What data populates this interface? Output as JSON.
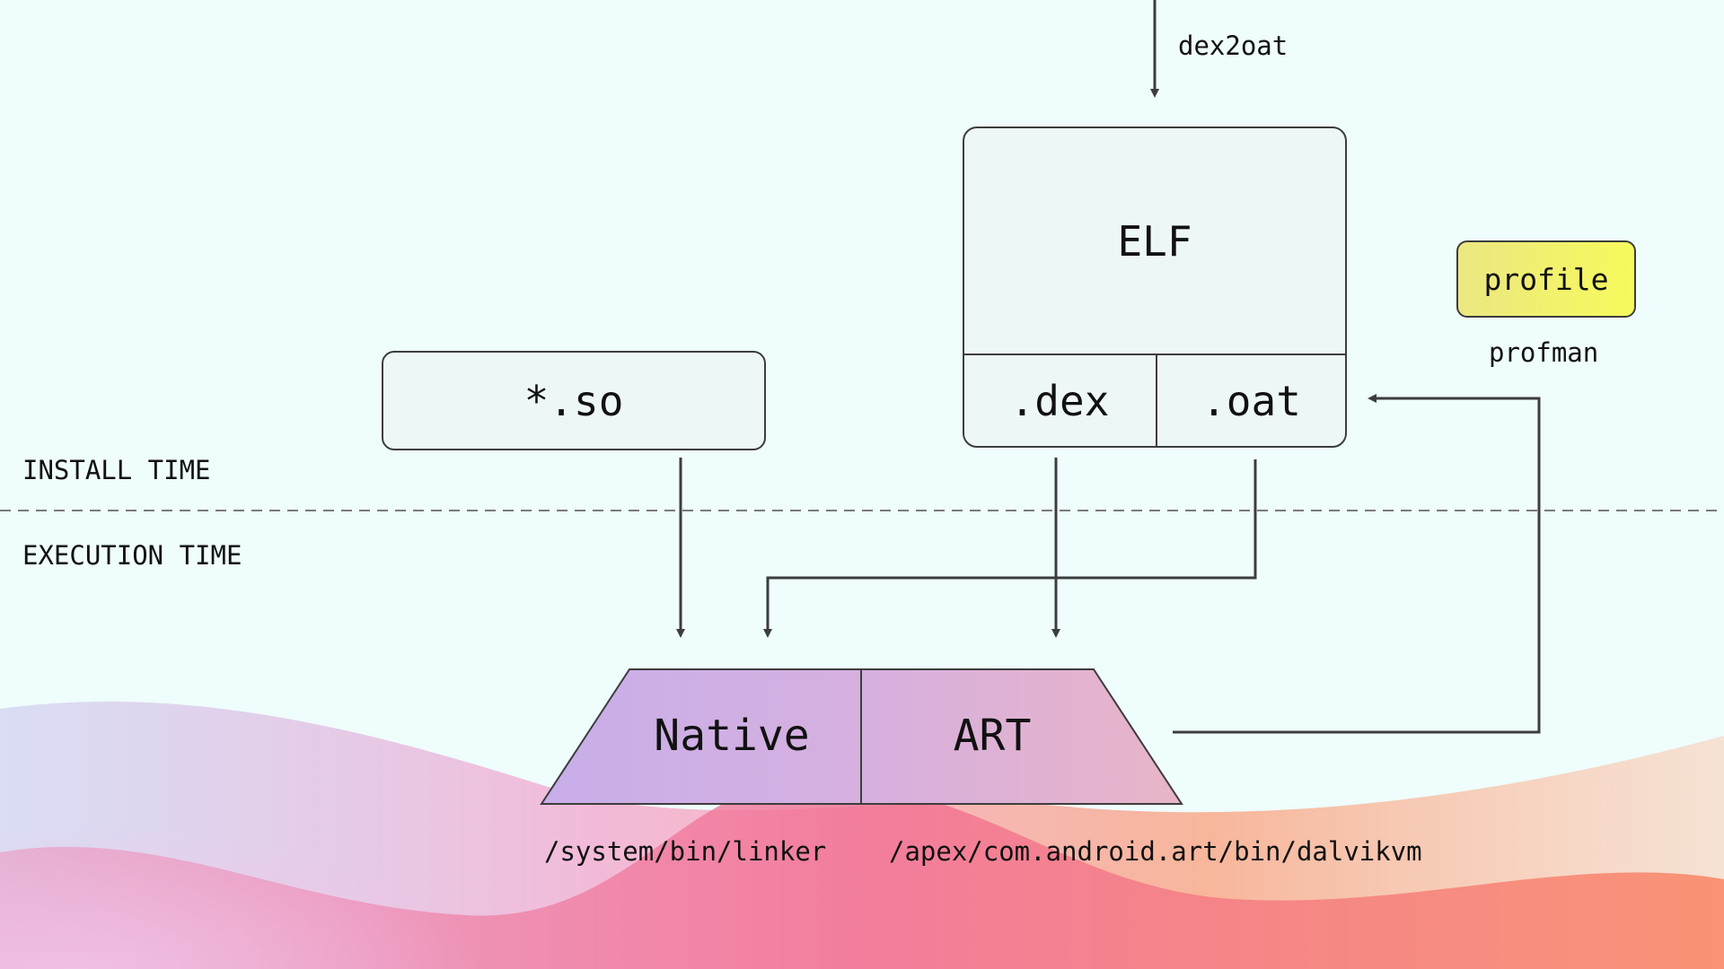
{
  "labels": {
    "dex2oat": "dex2oat",
    "install_time": "INSTALL TIME",
    "execution_time": "EXECUTION TIME",
    "profman": "profman",
    "linker_path": "/system/bin/linker",
    "dalvikvm_path": "/apex/com.android.art/bin/dalvikvm"
  },
  "boxes": {
    "elf": "ELF",
    "dex": ".dex",
    "oat": ".oat",
    "so": "*.so",
    "profile": "profile"
  },
  "runtime": {
    "native": "Native",
    "art": "ART"
  },
  "colors": {
    "background": "#effdfc",
    "box_fill": "#eef7f7",
    "stroke": "#3d3d3d",
    "profile_fill_start": "#ebe782",
    "profile_fill_end": "#f7fa5c",
    "native_fill": "#c8aeea",
    "art_fill": "#e2b2d2",
    "wave_pink": "#f07aa0",
    "wave_orange": "#f9906a"
  }
}
